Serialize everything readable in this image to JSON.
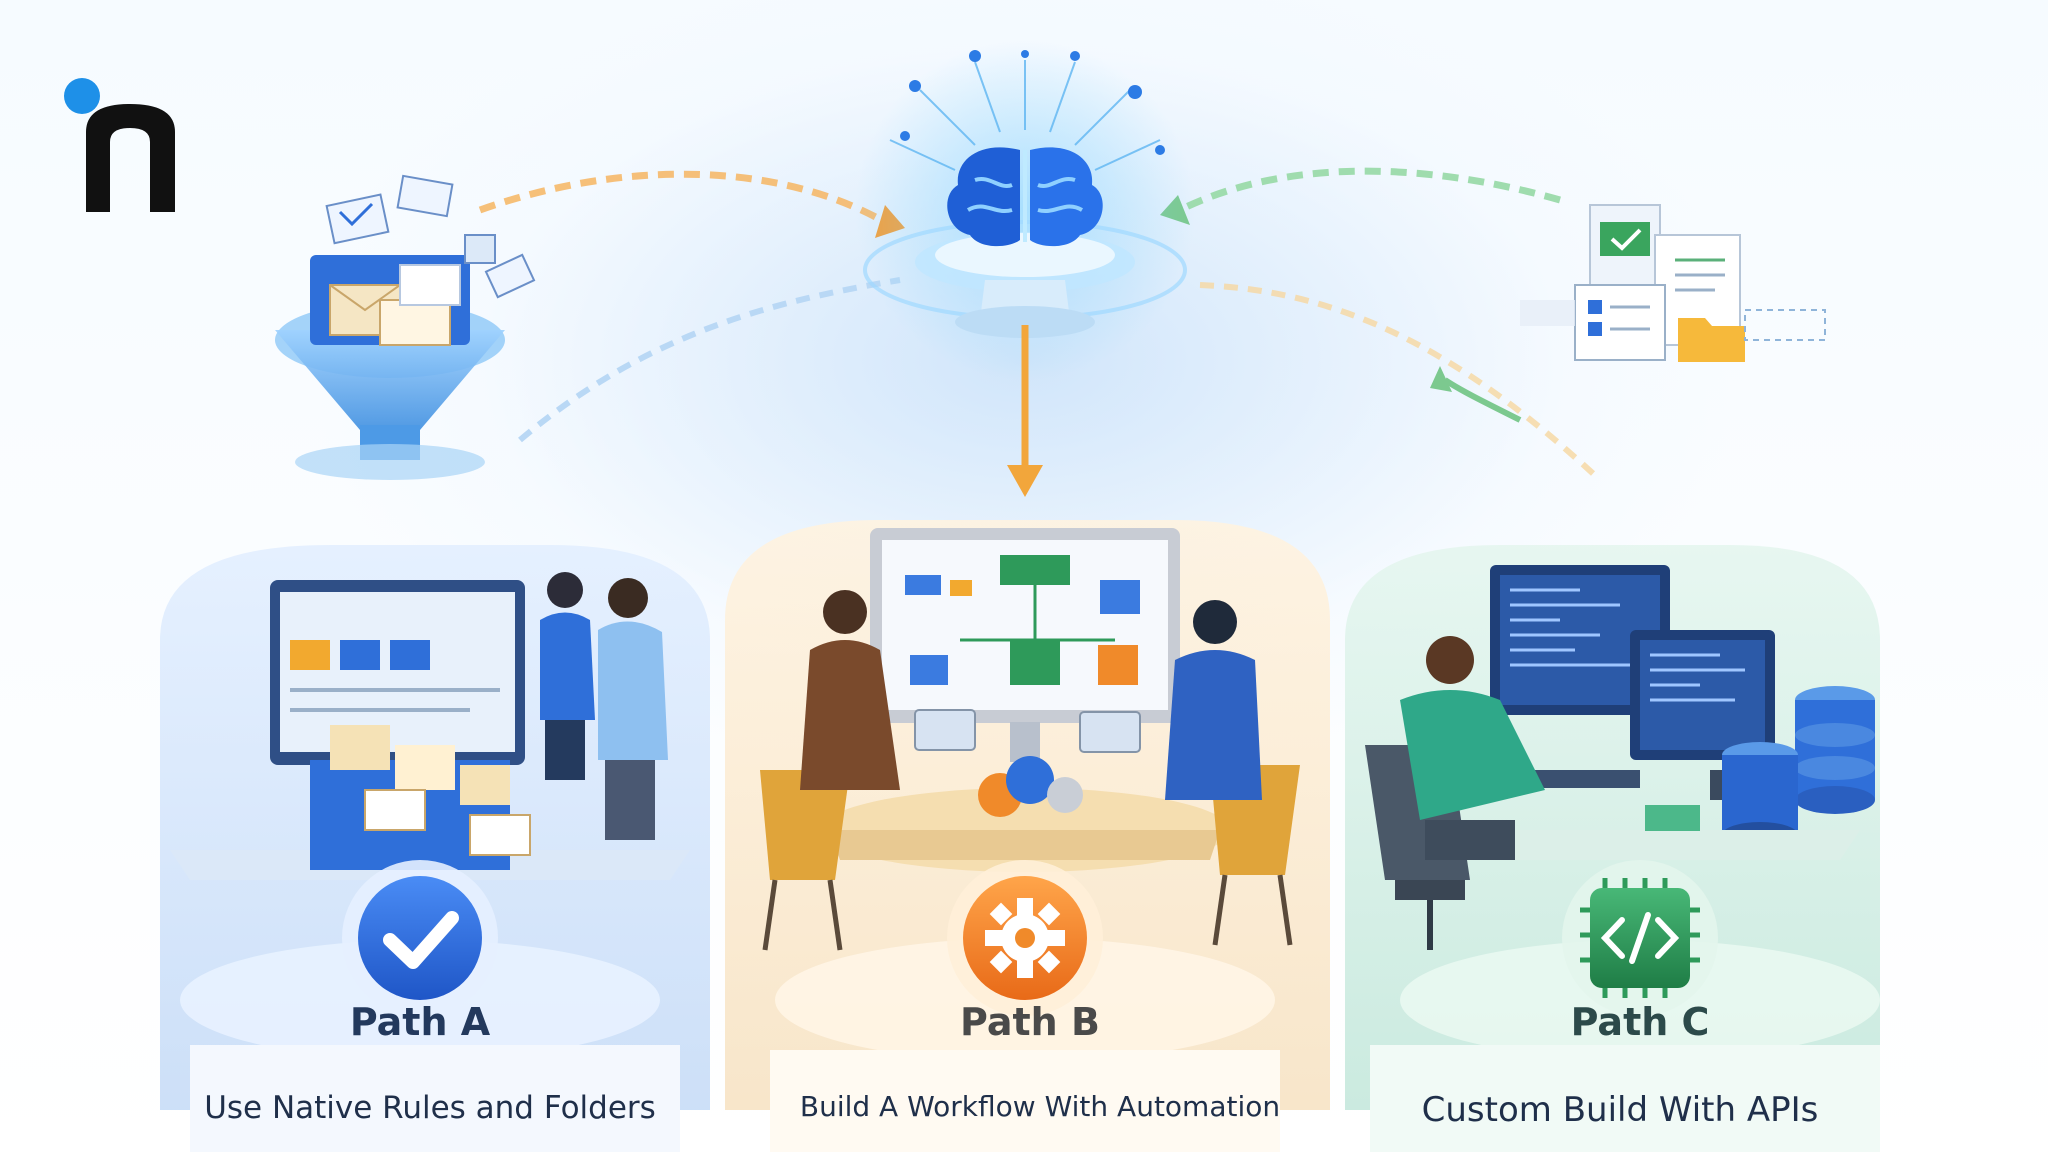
{
  "brand": {
    "logo_icon": "n-logo-icon",
    "colors": {
      "dot": "#1e90e8",
      "letter": "#111111"
    }
  },
  "hub": {
    "icon": "ai-brain-icon"
  },
  "sources": [
    {
      "icon": "email-funnel-icon"
    },
    {
      "icon": "documents-folder-icon"
    }
  ],
  "paths": [
    {
      "title": "Path A",
      "caption": "Use Native Rules and Folders",
      "badge_icon": "checkmark-icon",
      "accent": "#2f6fe0"
    },
    {
      "title": "Path B",
      "caption": "Build A Workflow With Automation",
      "badge_icon": "gear-icon",
      "accent": "#f08a2a"
    },
    {
      "title": "Path C",
      "caption": "Custom Build With APIs",
      "badge_icon": "code-chip-icon",
      "accent": "#2e9a5a"
    }
  ]
}
